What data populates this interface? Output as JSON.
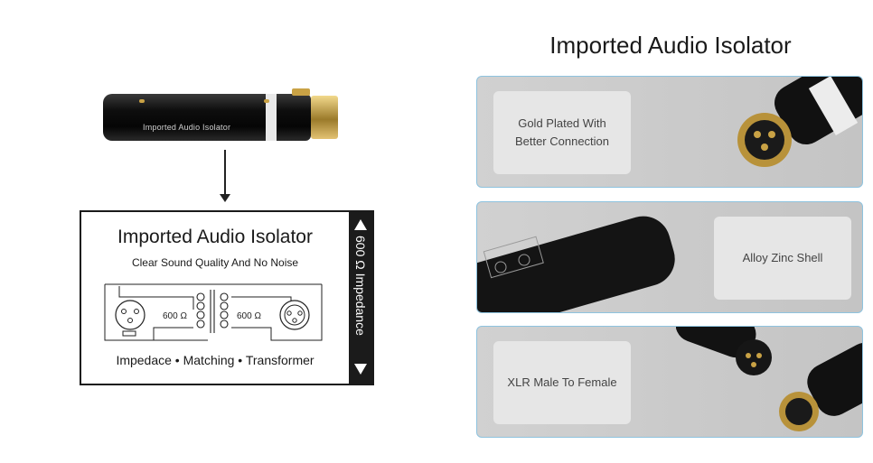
{
  "product": {
    "barrel_label": "Imported Audio Isolator"
  },
  "diagram": {
    "title": "Imported Audio Isolator",
    "subtitle": "Clear Sound Quality And No Noise",
    "left_value": "600 Ω",
    "right_value": "600 Ω",
    "footer": "Impedace • Matching • Transformer",
    "side_text": "600 Ω Impedance"
  },
  "right": {
    "title": "Imported Audio Isolator",
    "features": [
      {
        "label_line1": "Gold Plated With",
        "label_line2": "Better Connection"
      },
      {
        "label_line1": "Alloy Zinc Shell",
        "label_line2": ""
      },
      {
        "label_line1": "XLR Male To Female",
        "label_line2": ""
      }
    ]
  },
  "colors": {
    "card_border": "#8ec3df",
    "card_bg": "#c9c9c9",
    "gold": "#c9a245",
    "barrel": "#0e0e0e"
  }
}
